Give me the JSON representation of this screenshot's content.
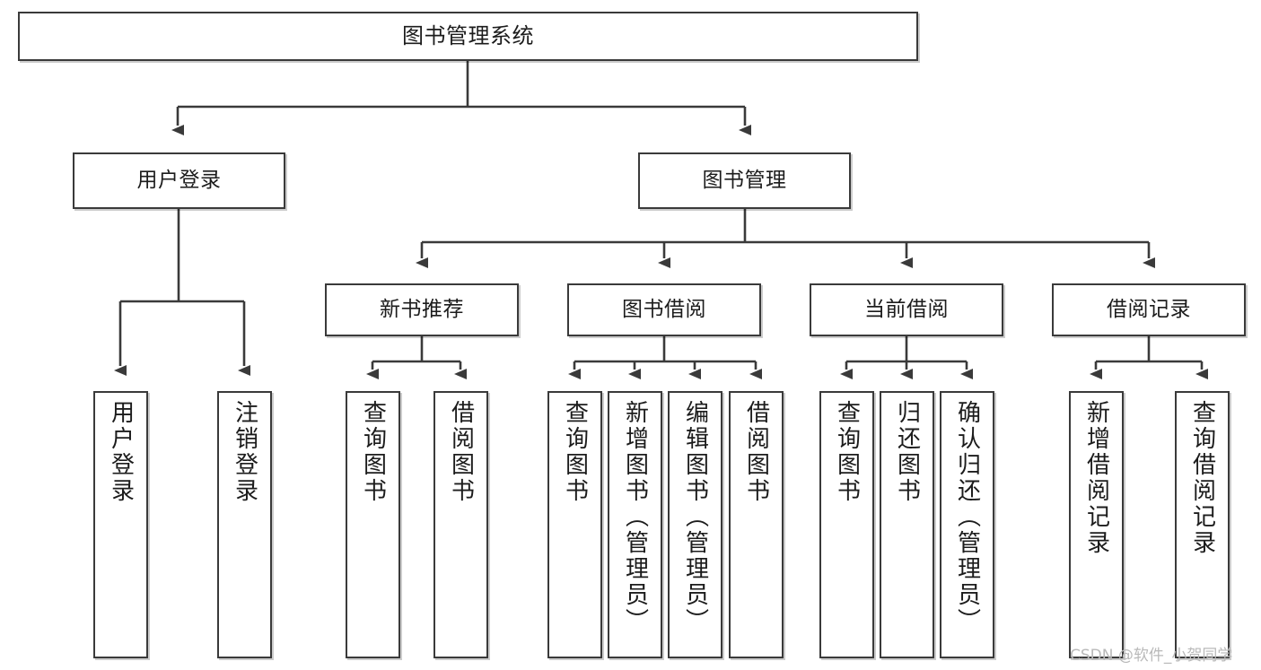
{
  "diagram": {
    "type": "tree-hierarchy",
    "title": "图书管理系统",
    "root": {
      "label": "图书管理系统"
    },
    "level2": [
      {
        "label": "用户登录"
      },
      {
        "label": "图书管理"
      }
    ],
    "level3": [
      {
        "label": "新书推荐"
      },
      {
        "label": "图书借阅"
      },
      {
        "label": "当前借阅"
      },
      {
        "label": "借阅记录"
      }
    ],
    "leaves": [
      {
        "label": "用户登录",
        "parent": "用户登录"
      },
      {
        "label": "注销登录",
        "parent": "用户登录"
      },
      {
        "label": "查询图书",
        "parent": "新书推荐"
      },
      {
        "label": "借阅图书",
        "parent": "新书推荐"
      },
      {
        "label": "查询图书",
        "parent": "图书借阅"
      },
      {
        "label": "新增图书（管理员）",
        "parent": "图书借阅"
      },
      {
        "label": "编辑图书（管理员）",
        "parent": "图书借阅"
      },
      {
        "label": "借阅图书",
        "parent": "图书借阅"
      },
      {
        "label": "查询图书",
        "parent": "当前借阅"
      },
      {
        "label": "归还图书",
        "parent": "当前借阅"
      },
      {
        "label": "确认归还（管理员）",
        "parent": "当前借阅"
      },
      {
        "label": "新增借阅记录",
        "parent": "借阅记录"
      },
      {
        "label": "查询借阅记录",
        "parent": "借阅记录"
      }
    ]
  },
  "watermark": {
    "text": "CSDN @软件_小贺同学"
  },
  "colors": {
    "box_border": "#3a3a3a",
    "box_fill": "#ffffff",
    "connector": "#3a3a3a",
    "text": "#1c1c1c",
    "watermark": "#b9b9b9",
    "background": "#ffffff"
  }
}
